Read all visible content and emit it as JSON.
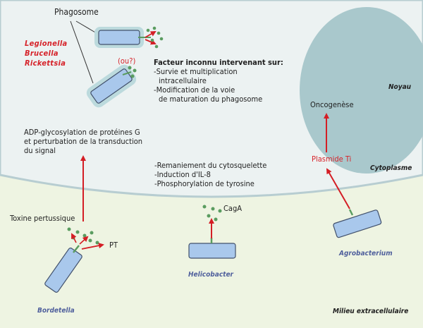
{
  "labels": {
    "phagosome": "Phagosome",
    "ou": "(ou?)",
    "bacteria_group": [
      "Legionella",
      "Brucella",
      "Rickettsia"
    ],
    "facteur_title": "Facteur inconnu intervenant sur:",
    "facteur_lines": [
      "-Survie et multiplication",
      "intracellulaire",
      "-Modification de la voie",
      "de maturation du phagosome"
    ],
    "noyau": "Noyau",
    "oncogenese": "Oncogenèse",
    "plasmide": "Plasmide Ti",
    "cytoplasme": "Cytoplasme",
    "adp_lines": [
      "ADP-glycosylation de protéines G",
      "et perturbation de la transduction",
      "du signal"
    ],
    "remaniement_lines": [
      "-Remaniement du cytosquelette",
      "-Induction d'IL-8",
      "-Phosphorylation de tyrosine"
    ],
    "toxine": "Toxine pertussique",
    "pt": "PT",
    "caga": "CagA",
    "helicobacter": "Helicobacter",
    "agrobacterium": "Agrobacterium",
    "bordetella": "Bordetella",
    "milieu": "Milieu extracellulaire"
  },
  "colors": {
    "cytoplasm": "#ecf2f2",
    "nucleus": "#a9c8cc",
    "extracellular": "#eef4e2",
    "membrane": "#b7cdd1",
    "bacterium_fill": "#a9c8ec",
    "bacterium_stroke": "#41506b",
    "vacuole_halo": "#bcdadd",
    "arrow": "#d41e25",
    "dot": "#5a9c60",
    "label_red": "#d6232a",
    "label_blue": "#4f5f9c"
  }
}
